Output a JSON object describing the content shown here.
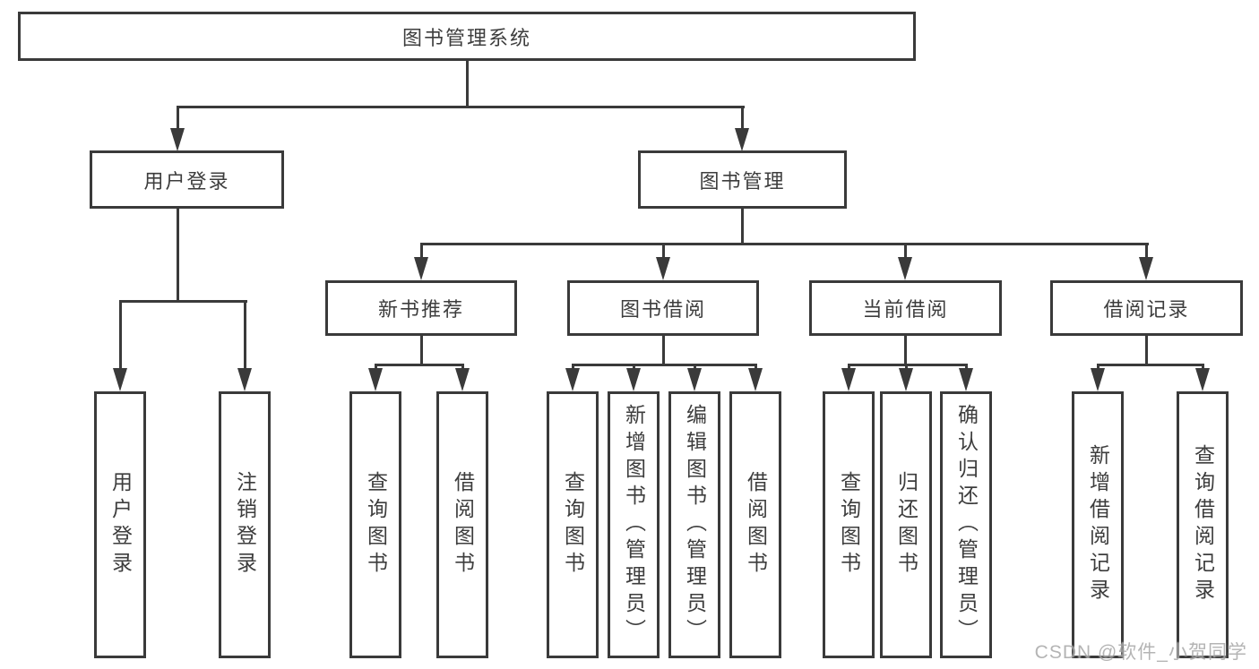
{
  "colors": {
    "background": "#ffffff",
    "line": "#3a3a3a",
    "text": "#3d3d3d",
    "watermark": "#a8a8a8"
  },
  "watermark": "CSDN @软件_小贺同学",
  "nodes": {
    "root": "图书管理系统",
    "user_login": "用户登录",
    "book_management": "图书管理",
    "new_book_recommend": "新书推荐",
    "book_borrowing": "图书借阅",
    "current_borrowing": "当前借阅",
    "borrowing_records": "借阅记录"
  },
  "leaves": {
    "user_login": [
      "用户登录",
      "注销登录"
    ],
    "new_book_recommend": [
      "查询图书",
      "借阅图书"
    ],
    "book_borrowing": [
      "查询图书",
      "新增图书（管理员）",
      "编辑图书（管理员）",
      "借阅图书"
    ],
    "current_borrowing": [
      "查询图书",
      "归还图书",
      "确认归还（管理员）"
    ],
    "borrowing_records": [
      "新增借阅记录",
      "查询借阅记录"
    ]
  }
}
